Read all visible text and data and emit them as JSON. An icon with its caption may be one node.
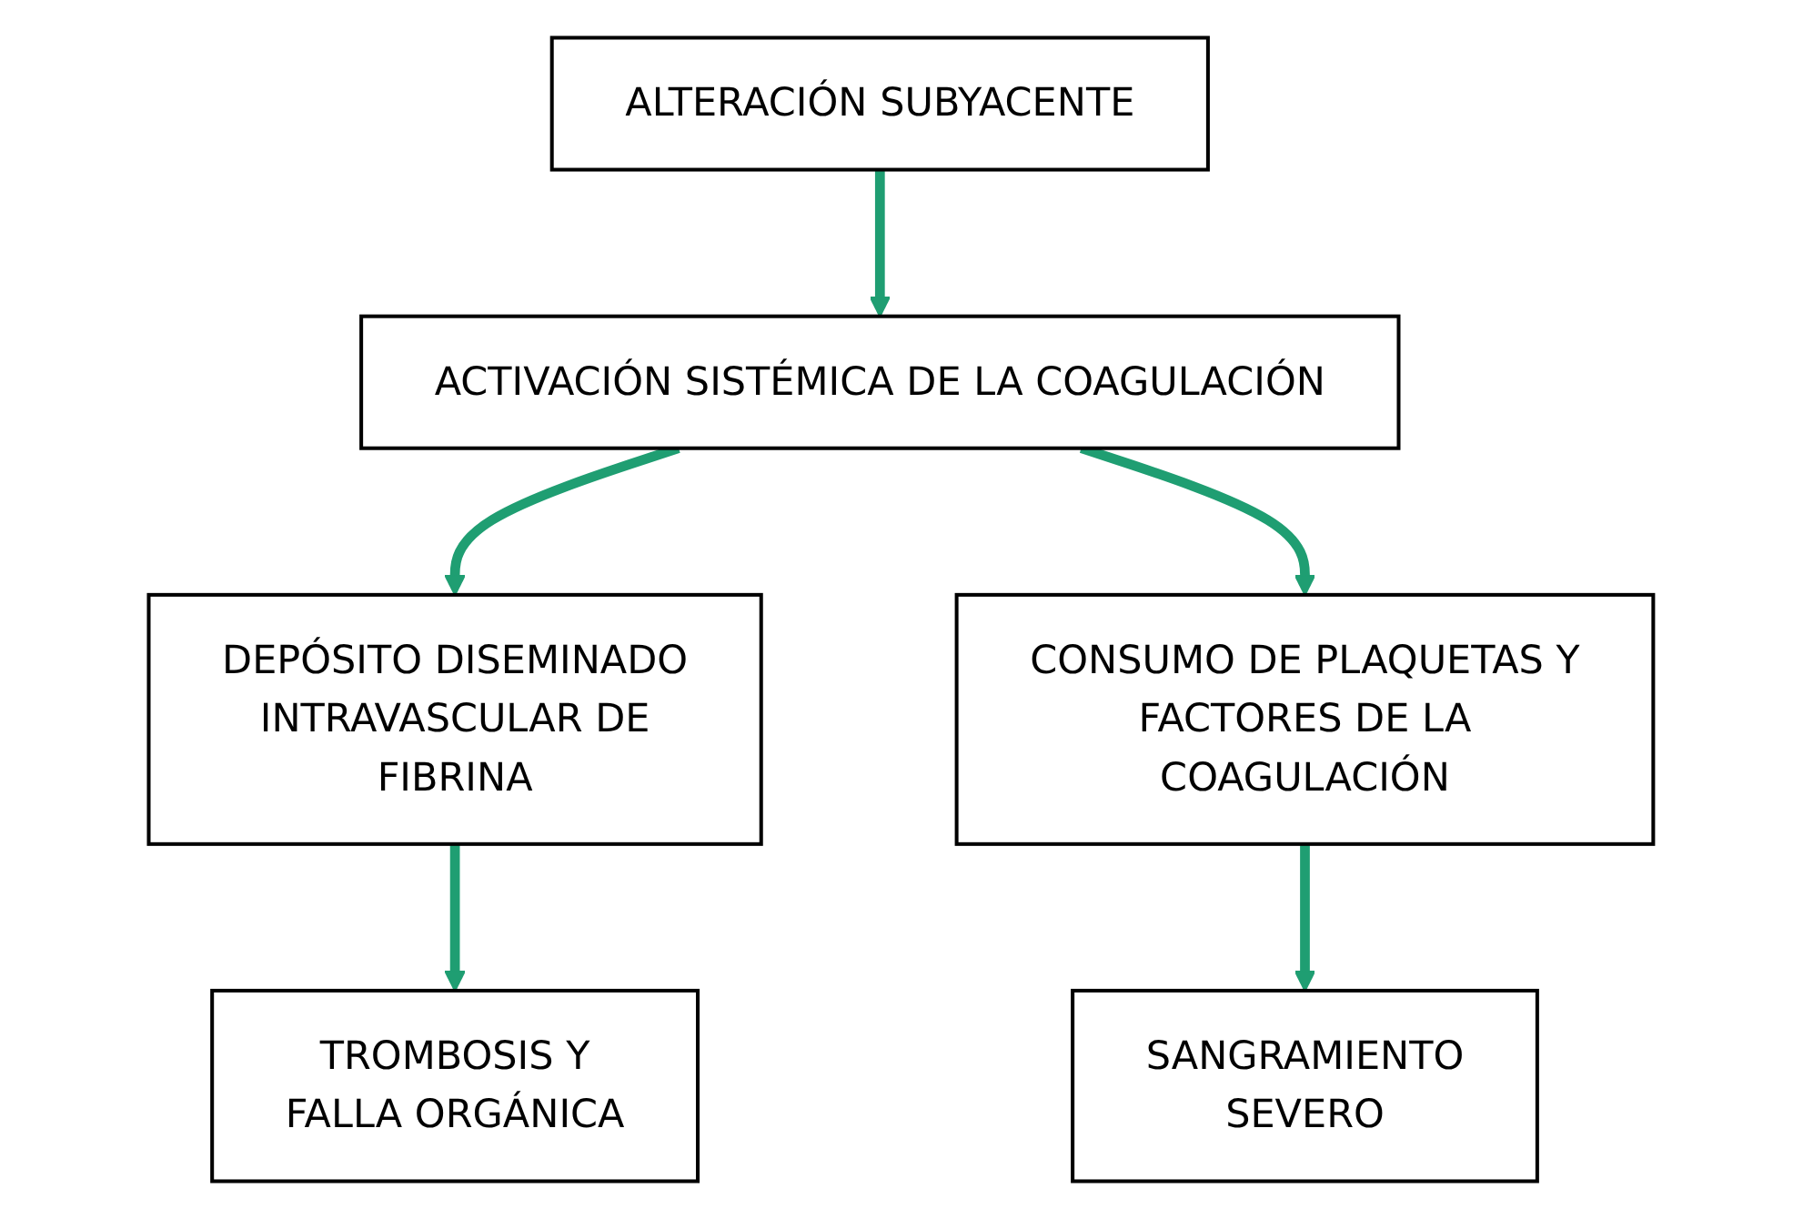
{
  "diagram": {
    "nodes": [
      {
        "text": [
          "ALTERACIÓN SUBYACENTE"
        ]
      },
      {
        "text": [
          "ACTIVACIÓN SISTÉMICA DE LA COAGULACIÓN"
        ]
      },
      {
        "text": [
          "DEPÓSITO DISEMINADO INTRAVASCULAR DE FIBRINA"
        ]
      },
      {
        "text": [
          "CONSUMO DE PLAQUETAS Y FACTORES DE LA COAGULACIÓN"
        ]
      },
      {
        "text": [
          "TROMBOSIS Y FALLA ORGÁNICA"
        ]
      },
      {
        "text": [
          "SANGRAMIENTO SEVERO"
        ]
      }
    ],
    "edges": [
      {
        "from": 0,
        "to": 1,
        "arrow": "to"
      },
      {
        "from": 1,
        "to": 2,
        "arrow": "to"
      },
      {
        "from": 1,
        "to": 3,
        "arrow": "to"
      },
      {
        "from": 2,
        "to": 4,
        "arrow": "to"
      },
      {
        "from": 3,
        "to": 5,
        "arrow": "to"
      }
    ]
  }
}
